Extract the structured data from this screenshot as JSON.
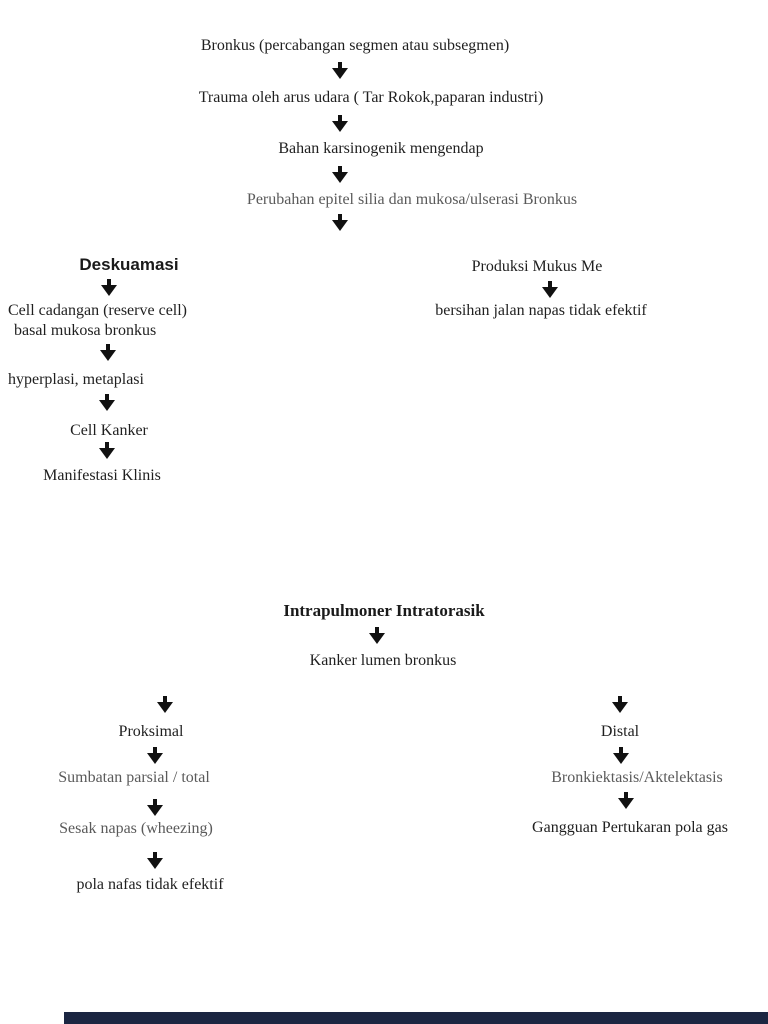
{
  "colors": {
    "background": "#ffffff",
    "text_primary": "#1f1f1f",
    "text_secondary": "#5a5a5a",
    "arrow": "#111111",
    "footer_bar": "#1b2642"
  },
  "diagram": {
    "top_chain": {
      "node1": "Bronkus (percabangan segmen atau subsegmen)",
      "node2": "Trauma oleh arus udara ( Tar Rokok,paparan industri)",
      "node3": "Bahan karsinogenik mengendap",
      "node4": "Perubahan epitel silia dan mukosa/ulserasi Bronkus"
    },
    "deskuamasi_branch": {
      "title": "Deskuamasi",
      "node1_line1": "Cell cadangan (reserve cell)",
      "node1_line2": "basal mukosa bronkus",
      "node2": "hyperplasi, metaplasi",
      "node3": "Cell Kanker",
      "node4": "Manifestasi Klinis"
    },
    "mukus_branch": {
      "title": "Produksi Mukus Me",
      "node1": "bersihan jalan napas tidak efektif"
    },
    "intrapulmoner_section": {
      "title": "Intrapulmoner Intratorasik",
      "node1": "Kanker lumen bronkus"
    },
    "proksimal_branch": {
      "title": "Proksimal",
      "node1": "Sumbatan parsial / total",
      "node2": "Sesak napas (wheezing)",
      "node3": "pola nafas tidak efektif"
    },
    "distal_branch": {
      "title": "Distal",
      "node1": "Bronkiektasis/Aktelektasis",
      "node2": "Gangguan Pertukaran pola gas"
    }
  }
}
